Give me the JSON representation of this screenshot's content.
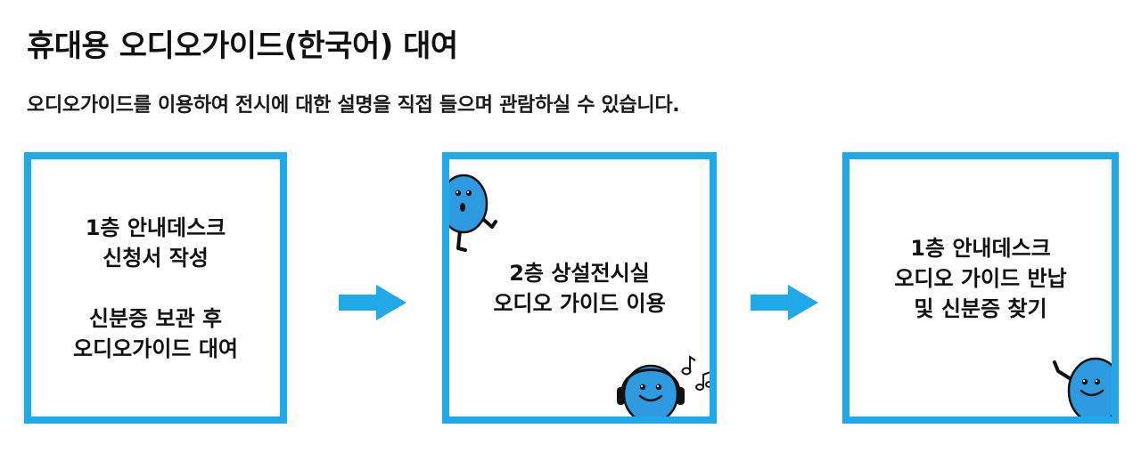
{
  "header": {
    "title": "휴대용 오디오가이드(한국어) 대여",
    "description": "오디오가이드를 이용하여 전시에 대한 설명을 직접 들으며 관람하실 수 있습니다."
  },
  "steps": [
    {
      "lines_a": [
        "1층 안내데스크",
        "신청서 작성"
      ],
      "lines_b": [
        "신분증 보관 후",
        "오디오가이드 대여"
      ]
    },
    {
      "lines_a": [
        "2층 상설전시실",
        "오디오 가이드 이용"
      ]
    },
    {
      "lines_a": [
        "1층 안내데스크",
        "오디오 가이드 반납",
        "및 신분증 찾기"
      ]
    }
  ],
  "colors": {
    "accent": "#1fa9e8",
    "mascot": "#2e9be0",
    "text": "#111111"
  },
  "icons": [
    "arrow-right-icon",
    "mascot-peeking-icon",
    "mascot-headphones-icon",
    "music-notes-icon",
    "mascot-waving-icon"
  ]
}
